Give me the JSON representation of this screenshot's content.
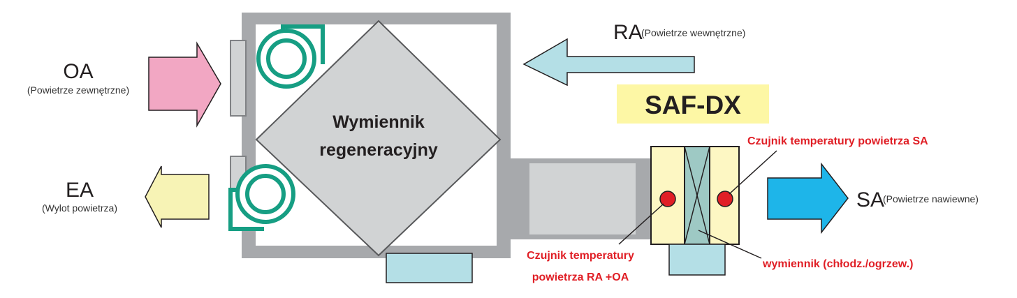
{
  "labels": {
    "oa": {
      "code": "OA",
      "desc": "(Powietrze zewnętrzne)"
    },
    "ea": {
      "code": "EA",
      "desc": "(Wylot powietrza)"
    },
    "ra": {
      "code": "RA",
      "desc": "(Powietrze wewnętrzne)"
    },
    "sa": {
      "code": "SA",
      "desc": "(Powietrze nawiewne)"
    }
  },
  "exchanger": {
    "line1": "Wymiennik",
    "line2": "regeneracyjny"
  },
  "unit_name": "SAF-DX",
  "annotations": {
    "sensor_sa": "Czujnik temperatury powietrza  SA",
    "sensor_ra_oa_line1": "Czujnik temperatury",
    "sensor_ra_oa_line2": "powietrza RA +OA",
    "coil": "wymiennik  (chłodz./ogrzew.)"
  },
  "colors": {
    "oa_arrow": "#f2a7c3",
    "ea_arrow": "#f7f3b5",
    "ra_arrow": "#b4dfe6",
    "sa_arrow": "#1eb5e9",
    "fan": "#169e83",
    "sensor": "#e01f26",
    "annotation_text": "#e01f26",
    "unit_name_bg": "#fdf7a5",
    "housing": "#a7a9ac"
  }
}
